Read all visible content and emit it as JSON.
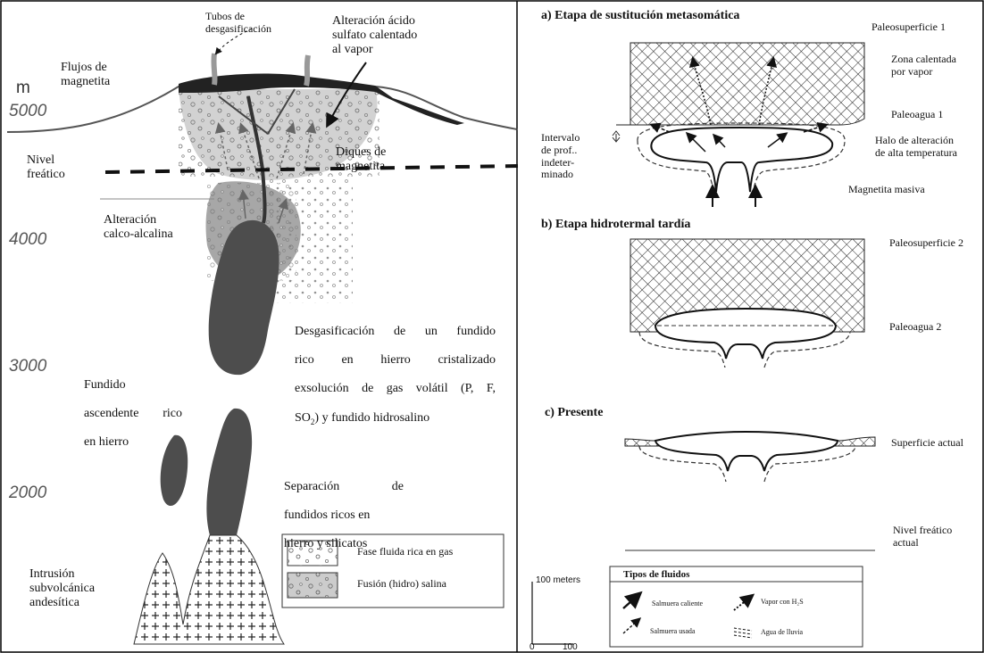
{
  "left_panel": {
    "axis_unit": "m",
    "depths": [
      "5000",
      "4000",
      "3000",
      "2000"
    ],
    "labels": {
      "tubos": "Tubos de\ndesgasificación",
      "acido": "Alteración ácido\nsulfato calentado\nal vapor",
      "flujos": "Flujos de\nmagnetita",
      "diques": "Diques de\nmagnetita",
      "nivel": "Nivel\nfreático",
      "calco": "Alteración\ncalco-alcalina",
      "desgas_1": "Desgasificación de un fundido",
      "desgas_2": "rico en hierro cristalizado",
      "desgas_3": "exsolución de gas volátil (P, F,",
      "desgas_4a": "SO",
      "desgas_4sub": "2",
      "desgas_4b": ") y fundido hidrosalino",
      "fundido_1": "Fundido",
      "fundido_2": "ascendente rico",
      "fundido_3": "en hierro",
      "separacion_1": "Separación de",
      "separacion_2": "fundidos ricos en",
      "separacion_3": "hierro y silicatos",
      "intrusion": "Intrusión\nsubvolcánica\nandesítica"
    },
    "legend": [
      {
        "label": "Fase fluida rica en gas"
      },
      {
        "label": "Fusión (hidro) salina"
      }
    ]
  },
  "right_panel": {
    "stage_a": {
      "title": "a) Etapa de sustitución metasomática",
      "paleosuperficie": "Paleosuperficie 1",
      "zona": "Zona calentada\npor vapor",
      "paleoagua": "Paleoagua 1",
      "intervalo": "Intervalo\nde prof..\nindeter-\nminado",
      "halo": "Halo de alteración\nde alta temperatura",
      "magnetita": "Magnetita masiva"
    },
    "stage_b": {
      "title": "b) Etapa hidrotermal tardía",
      "paleosuperficie": "Paleosuperficie 2",
      "paleoagua": "Paleoagua 2"
    },
    "stage_c": {
      "title": "c) Presente",
      "superficie": "Superficie actual",
      "nivel": "Nivel freático\nactual"
    },
    "scale": {
      "label": "100 meters",
      "zero": "0",
      "hundred": "100"
    },
    "fluid_legend": {
      "title": "Tipos de fluidos",
      "items": [
        {
          "label": "Salmuera caliente"
        },
        {
          "label": "Vapor con H₂S"
        },
        {
          "label": "Salmuera usada"
        },
        {
          "label": "Agua de lluvia"
        }
      ]
    }
  },
  "colors": {
    "dark_body": "#4d4d4d",
    "gray_zone": "#a7a7a7",
    "light_zone": "#d2d2d2",
    "crust": "#222222"
  }
}
